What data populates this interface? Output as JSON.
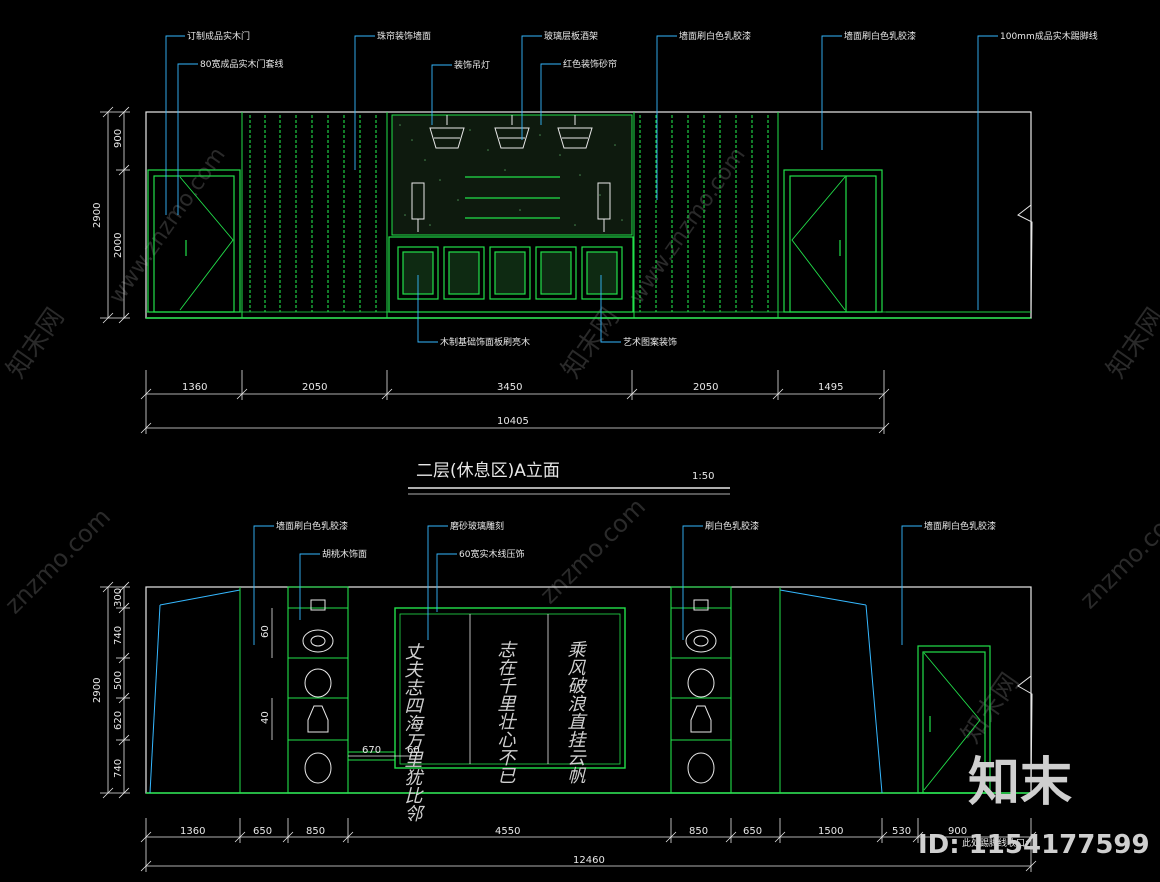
{
  "colors": {
    "background": "#000000",
    "outline": "#22e04a",
    "wall": "#e8e8e8",
    "leader": "#35b8ff",
    "dim": "#e8e8e8",
    "watermark": "#2a2a2a"
  },
  "elevation_top": {
    "callouts": [
      "订制成品实木门",
      "80宽成品实木门套线",
      "珠帘装饰墙面",
      "装饰吊灯",
      "玻璃层板酒架",
      "红色装饰砂帘",
      "墙面刷白色乳胶漆",
      "墙面刷白色乳胶漆",
      "100mm成品实木踢脚线",
      "木制基础饰面板刷亮木",
      "艺术图案装饰"
    ],
    "height_dims": [
      "900",
      "2000",
      "2900"
    ],
    "width_dims": [
      "1360",
      "2050",
      "3450",
      "2050",
      "1495"
    ],
    "total_width": "10405"
  },
  "title": {
    "text": "二层(休息区)A立面",
    "scale": "1:50"
  },
  "elevation_bottom": {
    "callouts": [
      "墙面刷白色乳胶漆",
      "胡桃木饰面",
      "磨砂玻璃雕刻",
      "60宽实木线压饰",
      "刷白色乳胶漆",
      "墙面刷白色乳胶漆"
    ],
    "height_dims": [
      "300",
      "740",
      "500",
      "620",
      "740",
      "2900"
    ],
    "inner_dims": [
      "60",
      "40",
      "670",
      "60"
    ],
    "width_dims": [
      "1360",
      "650",
      "850",
      "4550",
      "850",
      "650",
      "1500",
      "530",
      "900"
    ],
    "total_width": "12460",
    "calligraphy": [
      "丈夫志四海万里犹比邻",
      "志在千里壮心不已",
      "乘风破浪直挂云帆"
    ],
    "bottom_note": "此处踢脚线收口"
  },
  "watermarks": {
    "brand_cn": "知末",
    "site": "www.znzmo.com",
    "site_short": "znzmo.com",
    "brand_site": "知末网",
    "id_label": "ID: 1154177599"
  }
}
